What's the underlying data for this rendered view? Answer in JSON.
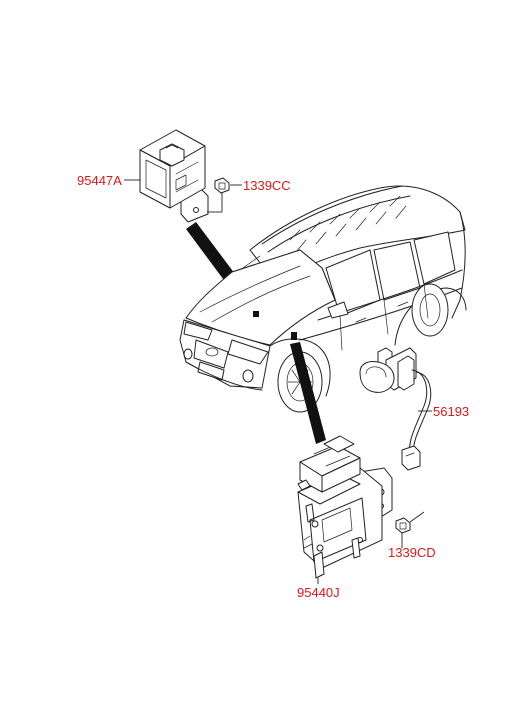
{
  "labels": {
    "module": "95447A",
    "nut_top": "1339CC",
    "sensor": "56193",
    "nut_bottom": "1339CD",
    "ecu": "95440J"
  },
  "colors": {
    "label": "#e01818",
    "line": "#222222",
    "background": "#ffffff"
  }
}
